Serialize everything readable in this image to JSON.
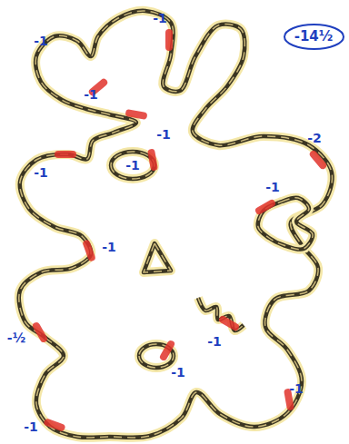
{
  "diagram": {
    "nodes": [
      {
        "text": [
          "-14½"
        ]
      }
    ],
    "labels": [
      "-1",
      "-1",
      "-1",
      "-1",
      "-1",
      "-1",
      "-2",
      "-1",
      "-1",
      "-½",
      "-1",
      "-1",
      "-1",
      "-1"
    ]
  }
}
